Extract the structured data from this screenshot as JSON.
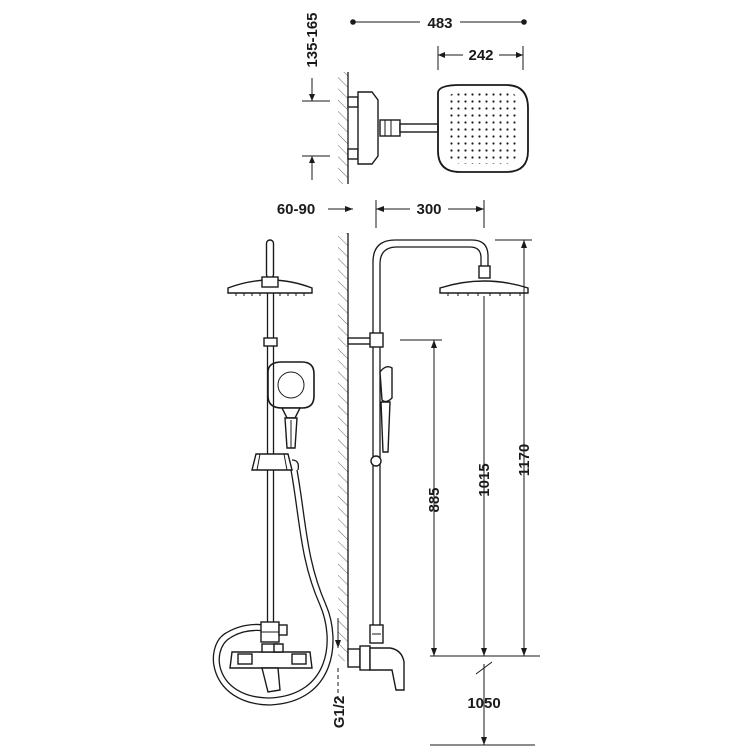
{
  "drawing": {
    "line_color": "#1a1a1a",
    "background": "#ffffff"
  },
  "dimensions": {
    "top_width": "483",
    "head_width": "242",
    "arm_offset": "135-165",
    "wall_gap": "60-90",
    "arm_reach": "300",
    "h_support": "885",
    "h_head": "1015",
    "h_total": "1170",
    "h_floor": "1050",
    "thread": "G1/2"
  },
  "icons": {
    "top_view": "rain-shower-head-top-view",
    "front_view": "shower-column-front-view",
    "side_view": "shower-column-side-view",
    "hand_shower": "hand-shower-icon",
    "mixer": "mixer-valve-icon"
  }
}
